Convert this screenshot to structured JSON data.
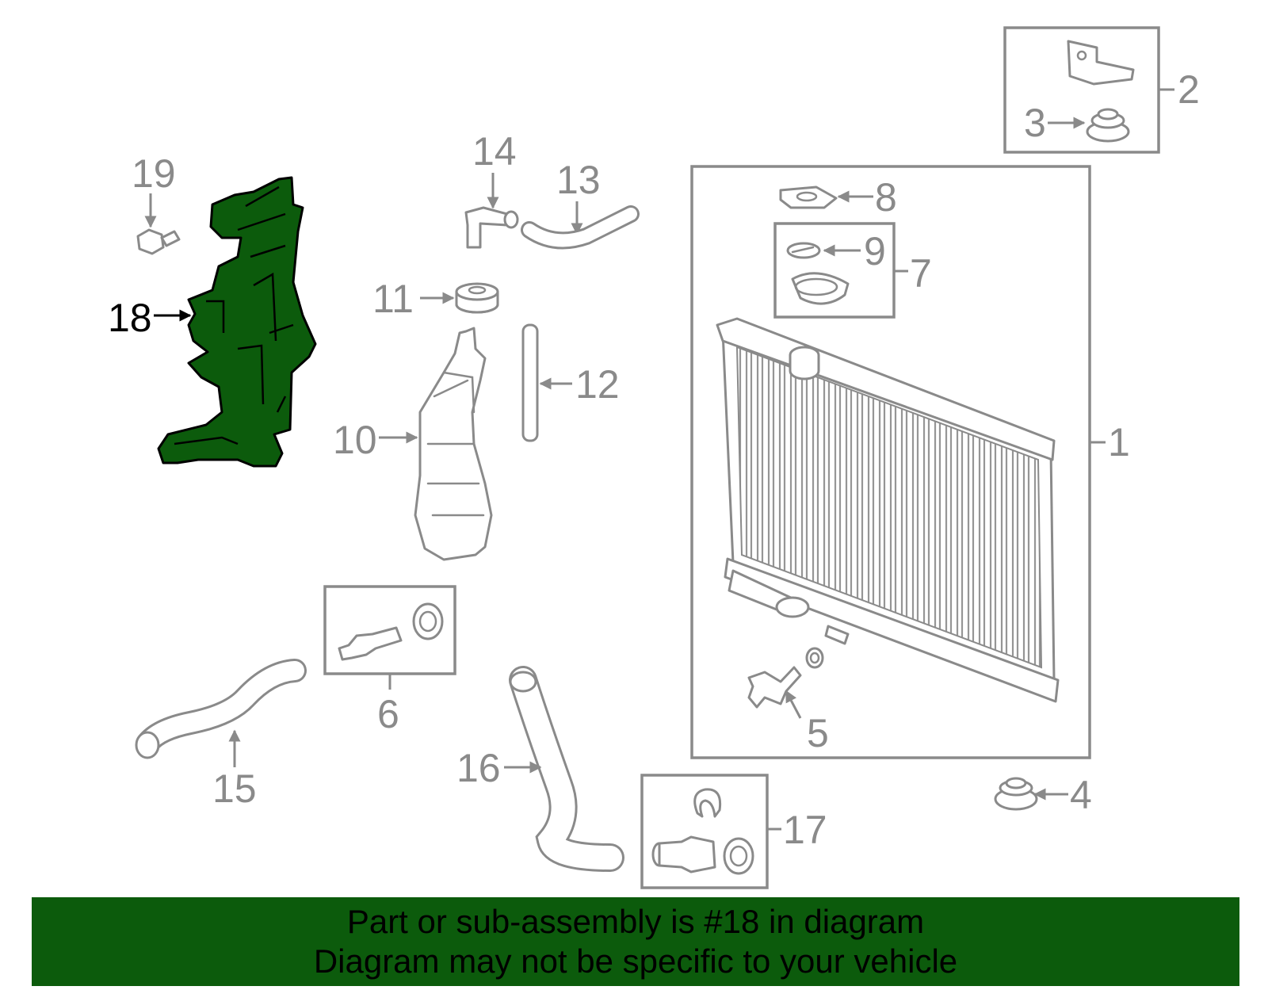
{
  "callouts": {
    "c1": "1",
    "c2": "2",
    "c3": "3",
    "c4": "4",
    "c5": "5",
    "c6": "6",
    "c7": "7",
    "c8": "8",
    "c9": "9",
    "c10": "10",
    "c11": "11",
    "c12": "12",
    "c13": "13",
    "c14": "14",
    "c15": "15",
    "c16": "16",
    "c17": "17",
    "c18": "18",
    "c19": "19"
  },
  "highlight": {
    "part": "18",
    "color": "#0c5b0c"
  },
  "banner": {
    "line1": "Part or sub-assembly is #18 in diagram",
    "line2": "Diagram may not be specific to your vehicle",
    "background": "#0c5b0c"
  },
  "colors": {
    "line": "#8a8a8a",
    "highlight_text": "#000000"
  }
}
